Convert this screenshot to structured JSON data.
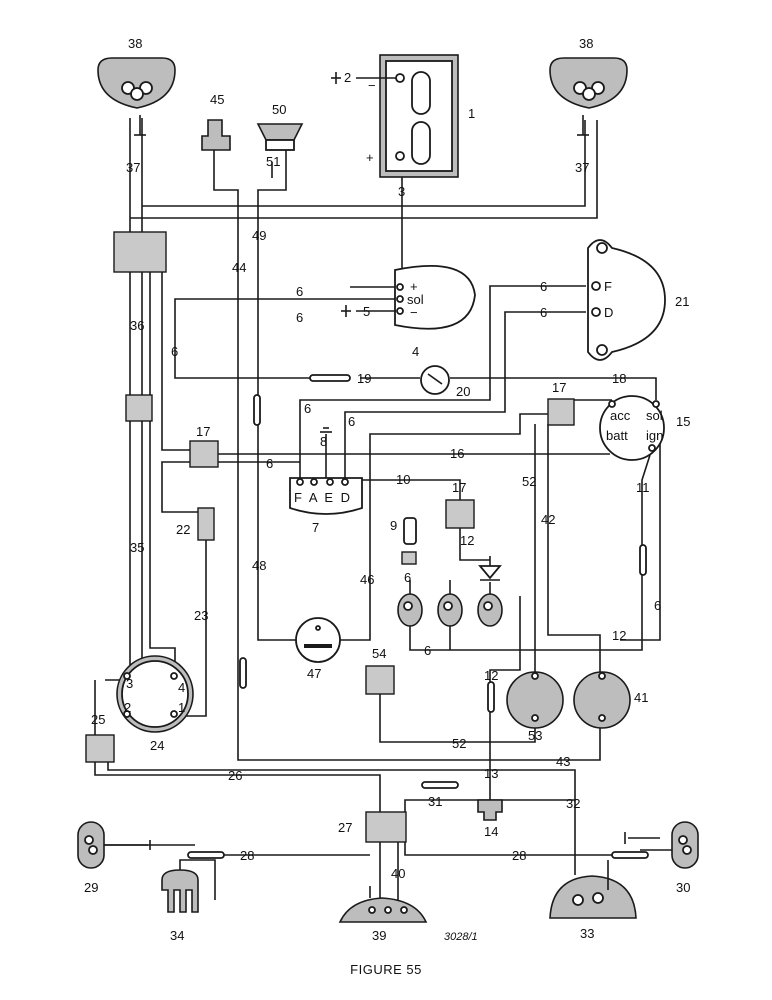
{
  "figure": {
    "caption": "FIGURE 55",
    "reference": "3028/1",
    "terminal_labels": {
      "battery_neg": "−",
      "battery_pos": "+",
      "solenoid_pos": "+",
      "solenoid_sol": "sol",
      "solenoid_neg": "−",
      "dynamo_f": "F",
      "dynamo_d": "D",
      "regulator": "F A E D",
      "switch_acc": "acc",
      "switch_sol": "sol",
      "switch_batt": "batt",
      "switch_ign": "ign",
      "unit24_3": "3",
      "unit24_4": "4",
      "unit24_2": "2",
      "unit24_1": "1"
    },
    "numbers": {
      "n1": "1",
      "n2": "2",
      "n3": "3",
      "n4": "4",
      "n5": "5",
      "n6a": "6",
      "n6b": "6",
      "n6c": "6",
      "n6d": "6",
      "n6e": "6",
      "n6f": "6",
      "n6g": "6",
      "n6h": "6",
      "n6i": "6",
      "n6j": "6",
      "n6k": "6",
      "n7": "7",
      "n8": "8",
      "n9": "9",
      "n10": "10",
      "n11": "11",
      "n12a": "12",
      "n12b": "12",
      "n12c": "12",
      "n13": "13",
      "n14": "14",
      "n15": "15",
      "n16": "16",
      "n17a": "17",
      "n17b": "17",
      "n17c": "17",
      "n18": "18",
      "n19": "19",
      "n20": "20",
      "n21": "21",
      "n22": "22",
      "n23": "23",
      "n24": "24",
      "n25": "25",
      "n26": "26",
      "n27": "27",
      "n28a": "28",
      "n28b": "28",
      "n29": "29",
      "n30": "30",
      "n31": "31",
      "n32": "32",
      "n33": "33",
      "n34": "34",
      "n35": "35",
      "n36": "36",
      "n37a": "37",
      "n37b": "37",
      "n38a": "38",
      "n38b": "38",
      "n39": "39",
      "n40": "40",
      "n41": "41",
      "n42": "42",
      "n43": "43",
      "n44": "44",
      "n45": "45",
      "n46": "46",
      "n47": "47",
      "n48": "48",
      "n49": "49",
      "n50": "50",
      "n51": "51",
      "n52a": "52",
      "n52b": "52",
      "n53": "53",
      "n54": "54"
    }
  }
}
